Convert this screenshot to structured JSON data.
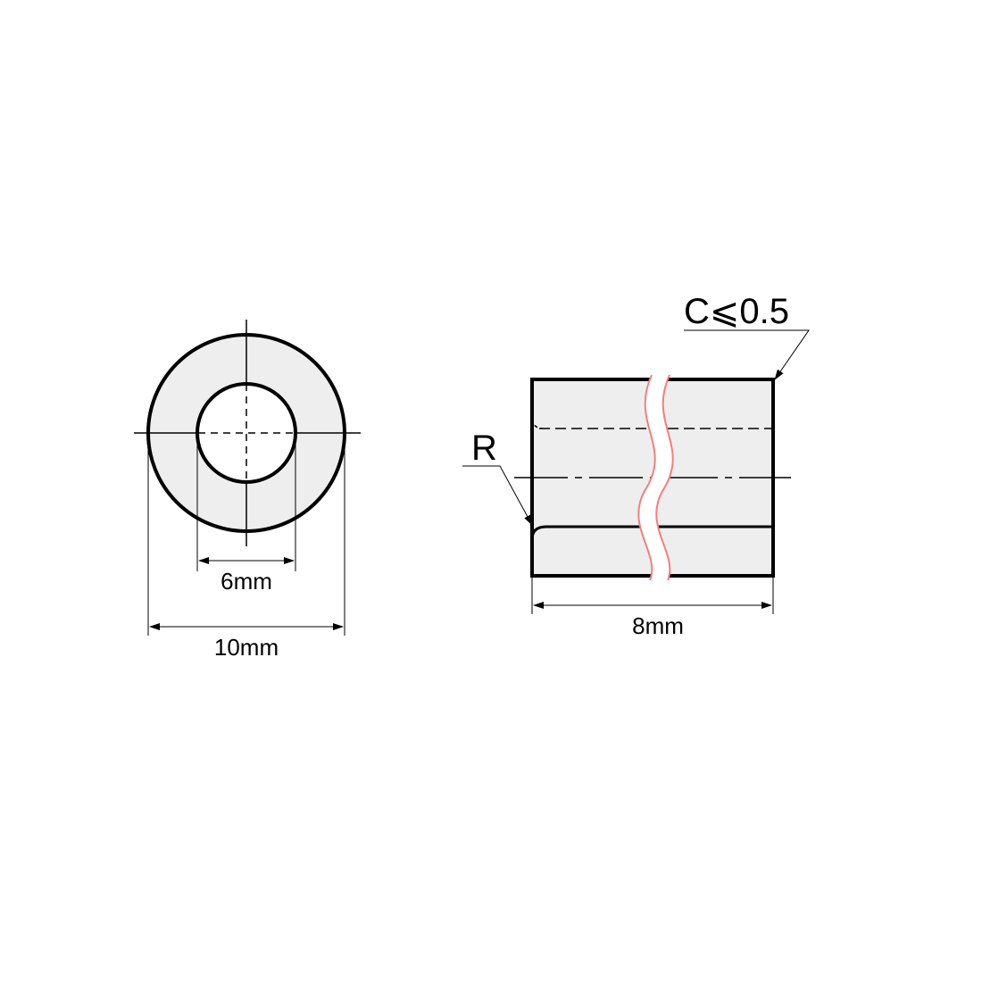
{
  "colors": {
    "fill": "#eeeeee",
    "stroke": "#000000",
    "break_line": "#f08080",
    "background": "#ffffff"
  },
  "front_view": {
    "inner_diameter_label": "6mm",
    "outer_diameter_label": "10mm"
  },
  "side_view": {
    "length_label": "8mm",
    "radius_label": "R",
    "chamfer_label": "C⩽0.5"
  }
}
